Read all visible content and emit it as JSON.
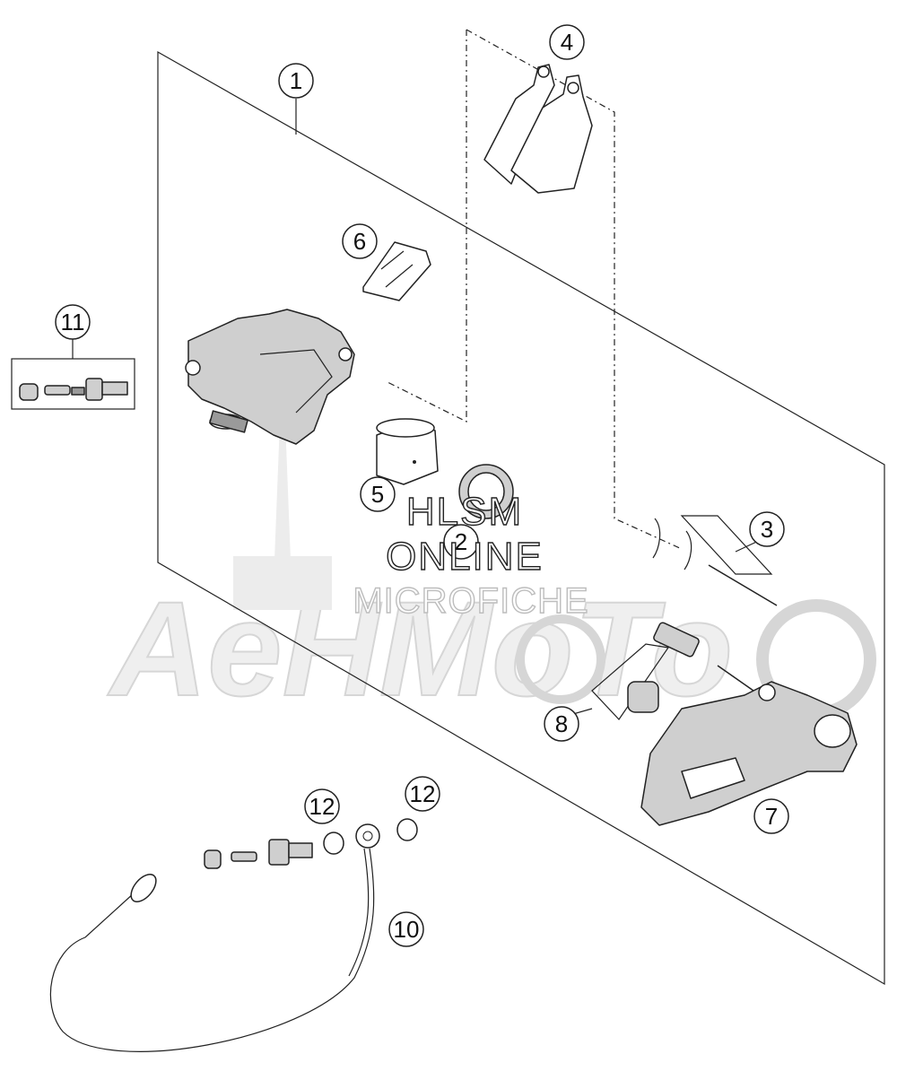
{
  "callouts": [
    {
      "id": "c1",
      "label": "1"
    },
    {
      "id": "c2",
      "label": "2"
    },
    {
      "id": "c3",
      "label": "3"
    },
    {
      "id": "c4",
      "label": "4"
    },
    {
      "id": "c5",
      "label": "5"
    },
    {
      "id": "c6",
      "label": "6"
    },
    {
      "id": "c7",
      "label": "7"
    },
    {
      "id": "c8",
      "label": "8"
    },
    {
      "id": "c10",
      "label": "10"
    },
    {
      "id": "c11",
      "label": "11"
    },
    {
      "id": "c12a",
      "label": "12"
    },
    {
      "id": "c12b",
      "label": "12"
    }
  ],
  "watermark": {
    "line1": "HLSM",
    "line2": "ONLINE",
    "line3": "MICROFICHE",
    "logo": "AeHMoTo"
  },
  "colors": {
    "ink": "#222222",
    "part_fill": "#cfcfcf",
    "watermark_fill": "#efefef"
  }
}
